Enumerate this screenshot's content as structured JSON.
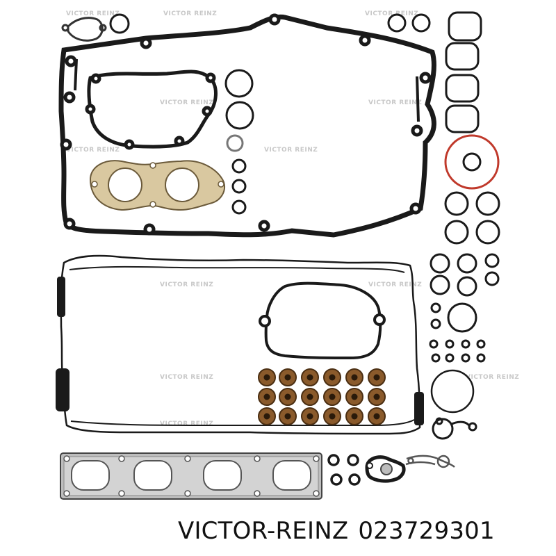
{
  "product": {
    "brand": "VICTOR-REINZ",
    "part_number": "023729301"
  },
  "watermark": "VICTOR REINZ",
  "colors": {
    "gasket_black": "#1a1a1a",
    "ring_orange": "#c0392b",
    "bronze_seal": "#8a5a2b",
    "metal_gray": "#bdbdbd",
    "paper_beige": "#d9c8a0"
  }
}
